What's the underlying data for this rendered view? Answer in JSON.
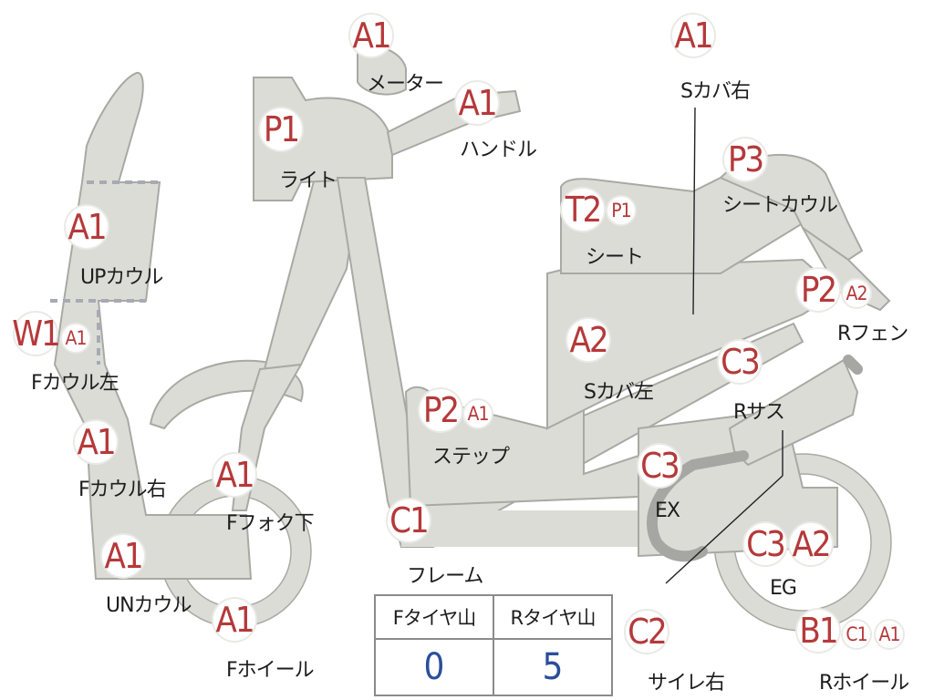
{
  "badges": {
    "meter": "A1",
    "handle": "A1",
    "light": "P1",
    "s_cover_right": "A1",
    "seat_cowl": "P3",
    "seat_t": "T2",
    "seat_p": "P1",
    "up_cowl": "A1",
    "f_cowl_left_w": "W1",
    "f_cowl_left_a": "A1",
    "f_cowl_right": "A1",
    "f_fork_lower": "A1",
    "un_cowl": "A1",
    "f_wheel": "A1",
    "step_p": "P2",
    "step_a": "A1",
    "s_cover_left": "A2",
    "r_fender_p": "P2",
    "r_fender_a": "A2",
    "r_sus": "C3",
    "ex": "C3",
    "frame": "C1",
    "eg_c": "C3",
    "eg_a": "A2",
    "silencer_right": "C2",
    "r_wheel_b": "B1",
    "r_wheel_c": "C1",
    "r_wheel_a": "A1"
  },
  "labels": {
    "meter": "メーター",
    "handle": "ハンドル",
    "light": "ライト",
    "s_cover_right": "Sカバ右",
    "seat_cowl": "シートカウル",
    "seat": "シート",
    "up_cowl": "UPカウル",
    "f_cowl_left": "Fカウル左",
    "f_cowl_right": "Fカウル右",
    "f_fork_lower": "Fフォク下",
    "un_cowl": "UNカウル",
    "f_wheel": "Fホイール",
    "step": "ステップ",
    "s_cover_left": "Sカバ左",
    "r_fender": "Rフェン",
    "r_sus": "Rサス",
    "ex": "EX",
    "frame": "フレーム",
    "eg": "EG",
    "silencer_right": "サイレ右",
    "r_wheel": "Rホイール"
  },
  "tire_table": {
    "headers": [
      "Fタイヤ山",
      "Rタイヤ山"
    ],
    "values": [
      "0",
      "5"
    ]
  },
  "colors": {
    "part_fill": "#dcdcd7",
    "part_outline": "#a9a9a4",
    "badge_text": "#b5393a",
    "value_text": "#2a4f9a"
  }
}
